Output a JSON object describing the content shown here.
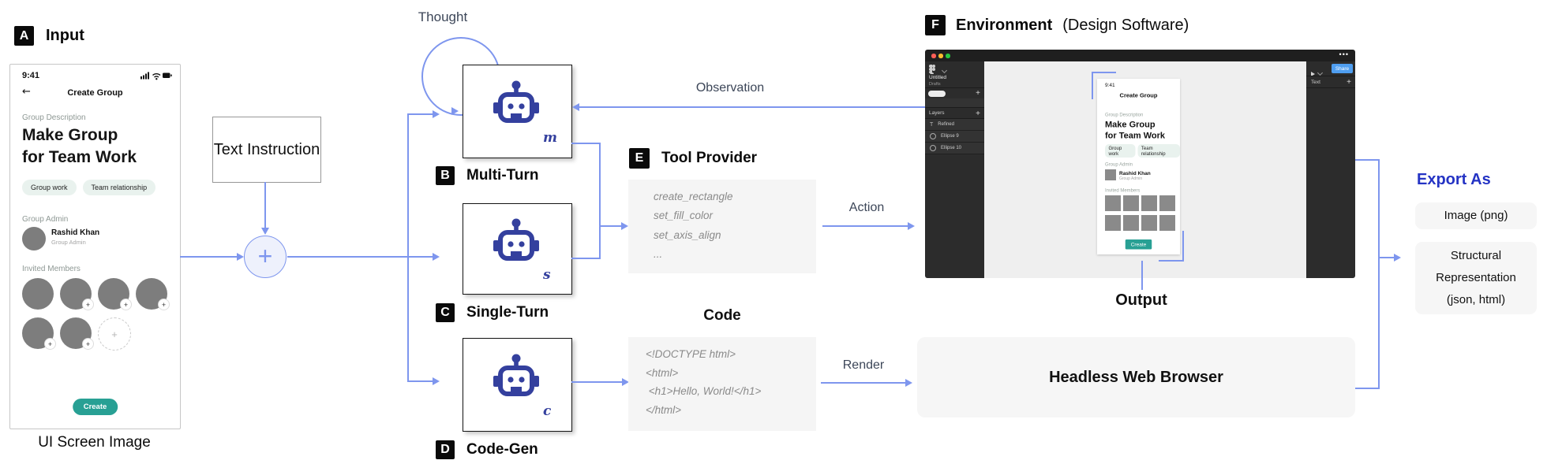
{
  "input": {
    "badge": "A",
    "title": "Input",
    "caption": "UI Screen Image"
  },
  "phone": {
    "time": "9:41",
    "back": "←",
    "nav_title": "Create Group",
    "desc_label": "Group Description",
    "heading1": "Make Group",
    "heading2": "for Team Work",
    "chips": [
      "Group work",
      "Team relationship"
    ],
    "admin_label": "Group Admin",
    "admin_name": "Rashid Khan",
    "admin_role": "Group Admin",
    "invited_label": "Invited Members",
    "create": "Create",
    "plus": "+"
  },
  "instruction": {
    "label": "Text Instruction"
  },
  "flow": {
    "plus": "+",
    "thought": "Thought",
    "observation": "Observation",
    "action": "Action",
    "render": "Render",
    "output": "Output"
  },
  "agents": {
    "multi": {
      "badge": "B",
      "label": "Multi-Turn",
      "sub": "m"
    },
    "single": {
      "badge": "C",
      "label": "Single-Turn",
      "sub": "s"
    },
    "code": {
      "badge": "D",
      "label": "Code-Gen",
      "sub": "c"
    }
  },
  "tool_provider": {
    "badge": "E",
    "title": "Tool Provider",
    "lines": [
      "create_rectangle",
      "set_fill_color",
      "set_axis_align",
      "..."
    ]
  },
  "code_block": {
    "title": "Code",
    "lines": [
      "<!DOCTYPE html>",
      "<html>",
      " <h1>Hello, World!</h1>",
      "</html>"
    ]
  },
  "environment": {
    "badge": "F",
    "title": "Environment",
    "subtitle": "(Design Software)",
    "window": {
      "dots": "•••",
      "file_name": "Untitled",
      "file_loc": "Drafts",
      "layers_label": "Layers",
      "plus": "+",
      "layers": [
        {
          "icon": "T",
          "name": "Refined"
        },
        {
          "icon": "ellipse",
          "name": "Ellipse 9"
        },
        {
          "icon": "ellipse",
          "name": "Ellipse 10"
        }
      ],
      "share": "Share",
      "text_panel": "Text"
    }
  },
  "headless": {
    "label": "Headless Web Browser"
  },
  "export": {
    "title": "Export As",
    "items": [
      "Image (png)",
      "Structural Representation (json, html)"
    ]
  }
}
